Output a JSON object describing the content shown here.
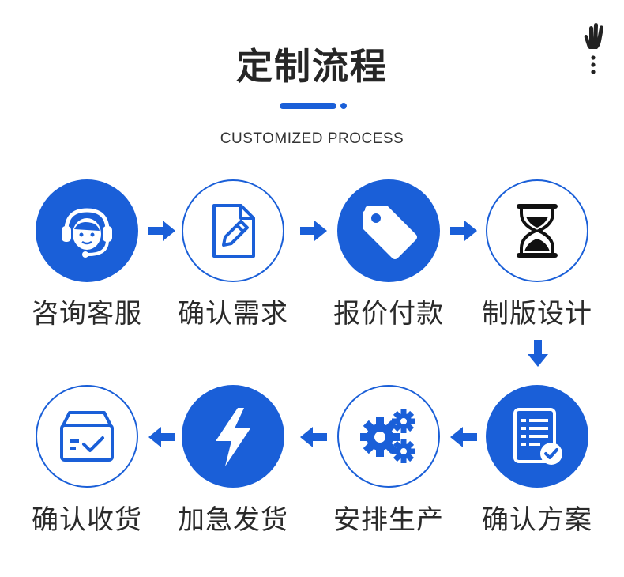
{
  "header": {
    "title": "定制流程",
    "subtitle": "CUSTOMIZED PROCESS"
  },
  "colors": {
    "accent": "#1a5fd8",
    "text": "#2a2a2a",
    "background": "#ffffff"
  },
  "steps": [
    {
      "label": "咨询客服",
      "icon": "headset-agent-icon",
      "style": "filled"
    },
    {
      "label": "确认需求",
      "icon": "edit-document-icon",
      "style": "outline"
    },
    {
      "label": "报价付款",
      "icon": "price-tag-icon",
      "style": "filled"
    },
    {
      "label": "制版设计",
      "icon": "hourglass-icon",
      "style": "outline"
    },
    {
      "label": "确认方案",
      "icon": "checklist-document-icon",
      "style": "filled"
    },
    {
      "label": "安排生产",
      "icon": "gears-icon",
      "style": "outline"
    },
    {
      "label": "加急发货",
      "icon": "lightning-icon",
      "style": "filled"
    },
    {
      "label": "确认收货",
      "icon": "package-check-icon",
      "style": "outline"
    }
  ]
}
